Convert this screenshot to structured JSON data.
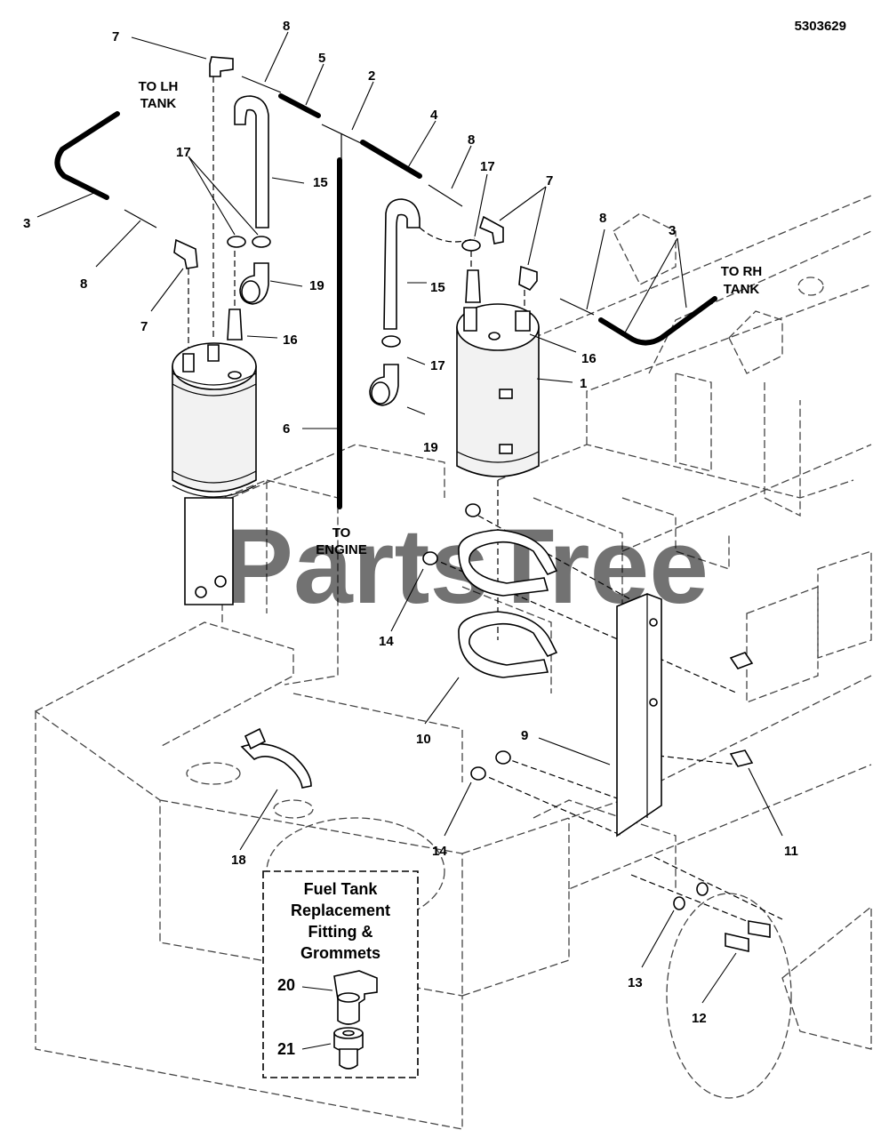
{
  "diagram_id": "5303629",
  "watermark": "PartsTree",
  "labels": {
    "to_lh_tank": [
      "TO LH",
      "TANK"
    ],
    "to_rh_tank": [
      "TO RH",
      "TANK"
    ],
    "to_engine": [
      "TO",
      "ENGINE"
    ]
  },
  "inset": {
    "title_lines": [
      "Fuel Tank",
      "Replacement",
      "Fitting &",
      "Grommets"
    ],
    "callouts": [
      "20",
      "21"
    ]
  },
  "callouts": [
    "7",
    "8",
    "5",
    "2",
    "4",
    "8",
    "17",
    "7",
    "3",
    "8",
    "7",
    "17",
    "15",
    "15",
    "19",
    "16",
    "6",
    "1",
    "17",
    "16",
    "19",
    "3",
    "8",
    "7",
    "14",
    "10",
    "9",
    "14",
    "11",
    "18",
    "13",
    "12"
  ]
}
